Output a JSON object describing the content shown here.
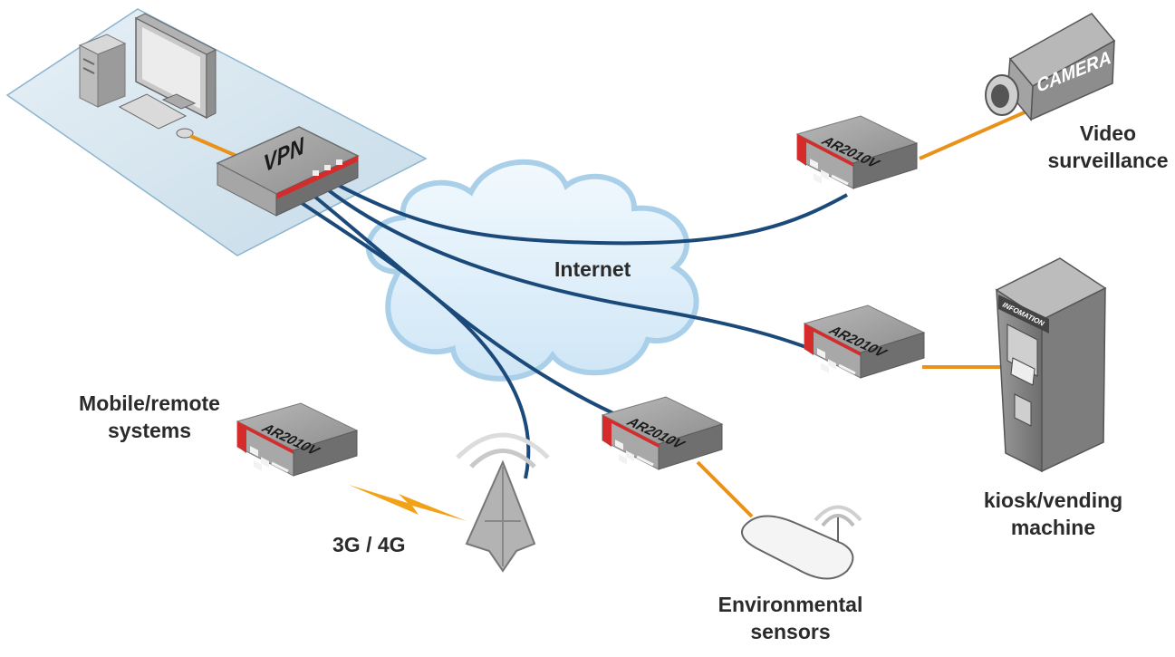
{
  "hq": {
    "vpn_label": "VPN"
  },
  "cloud": {
    "label": "Internet"
  },
  "routers": {
    "model": "AR2010V"
  },
  "camera": {
    "text": "CAMERA"
  },
  "kiosk": {
    "sign": "INFOMATION"
  },
  "labels": {
    "video": [
      "Video",
      "surveillance"
    ],
    "kiosk": [
      "kiosk/vending",
      "machine"
    ],
    "mobile": [
      "Mobile/remote",
      "systems"
    ],
    "wireless": "3G / 4G",
    "sensors": [
      "Environmental",
      "sensors"
    ]
  },
  "colors": {
    "vpn_link": "#1b4a7a",
    "lan_link": "#e8921c",
    "router_red": "#d62b2b",
    "device_grey": "#8a8a8a",
    "cloud": "#d9ecf8",
    "cloud_edge": "#a9cfe9"
  }
}
